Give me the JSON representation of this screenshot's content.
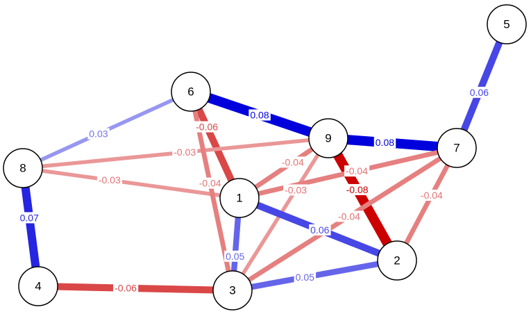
{
  "nodes": [
    {
      "id": "1",
      "label": "1"
    },
    {
      "id": "2",
      "label": "2"
    },
    {
      "id": "3",
      "label": "3"
    },
    {
      "id": "4",
      "label": "4"
    },
    {
      "id": "5",
      "label": "5"
    },
    {
      "id": "6",
      "label": "6"
    },
    {
      "id": "7",
      "label": "7"
    },
    {
      "id": "8",
      "label": "8"
    },
    {
      "id": "9",
      "label": "9"
    }
  ],
  "edges": [
    {
      "from": "5",
      "to": "7",
      "weight": 0.06,
      "label": "0.06"
    },
    {
      "from": "6",
      "to": "9",
      "weight": 0.08,
      "label": "0.08"
    },
    {
      "from": "9",
      "to": "7",
      "weight": 0.08,
      "label": "0.08"
    },
    {
      "from": "8",
      "to": "6",
      "weight": 0.03,
      "label": "0.03"
    },
    {
      "from": "8",
      "to": "4",
      "weight": 0.07,
      "label": "0.07"
    },
    {
      "from": "4",
      "to": "3",
      "weight": -0.06,
      "label": "-0.06"
    },
    {
      "from": "6",
      "to": "1",
      "weight": -0.06,
      "label": "-0.06"
    },
    {
      "from": "8",
      "to": "9",
      "weight": -0.03,
      "label": "-0.03"
    },
    {
      "from": "8",
      "to": "1",
      "weight": -0.03,
      "label": "-0.03"
    },
    {
      "from": "6",
      "to": "3",
      "weight": -0.04,
      "label": "-0.04"
    },
    {
      "from": "9",
      "to": "1",
      "weight": -0.04,
      "label": "-0.04"
    },
    {
      "from": "9",
      "to": "3",
      "weight": -0.03,
      "label": "-0.03"
    },
    {
      "from": "9",
      "to": "2",
      "weight": -0.08,
      "label": "-0.08"
    },
    {
      "from": "1",
      "to": "7",
      "weight": -0.04,
      "label": "-0.04"
    },
    {
      "from": "7",
      "to": "2",
      "weight": -0.04,
      "label": "-0.04"
    },
    {
      "from": "7",
      "to": "3",
      "weight": -0.04,
      "label": "-0.04"
    },
    {
      "from": "1",
      "to": "2",
      "weight": 0.06,
      "label": "0.06"
    },
    {
      "from": "1",
      "to": "3",
      "weight": 0.05,
      "label": "0.05"
    },
    {
      "from": "3",
      "to": "2",
      "weight": 0.05,
      "label": "0.05"
    }
  ],
  "colors": {
    "positive": "#0000dd",
    "negative": "#cc0000",
    "node_fill": "#ffffff",
    "node_stroke": "#000000"
  }
}
